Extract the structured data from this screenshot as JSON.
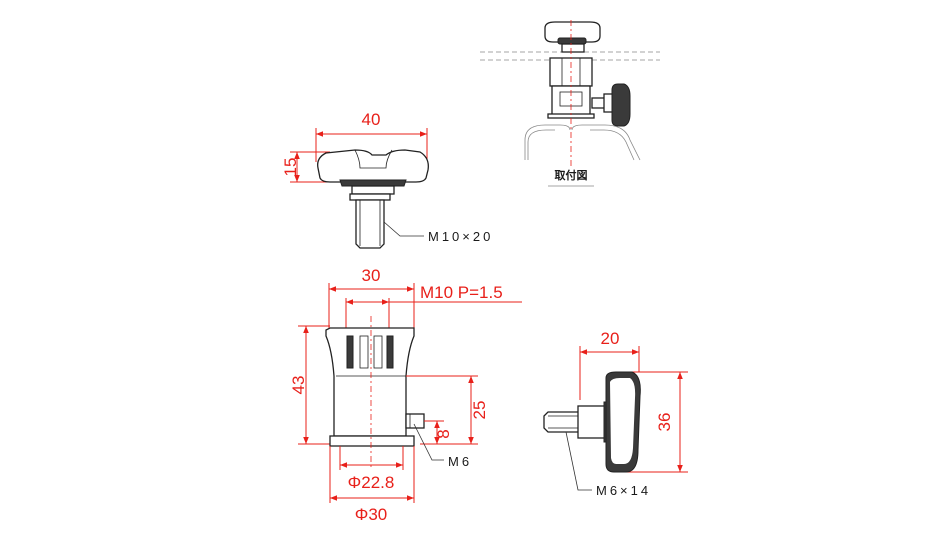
{
  "dimensions": {
    "knob_width": "40",
    "knob_height": "15",
    "body_width": "30",
    "thread_spec": "M10 P=1.5",
    "body_height": "43",
    "lower_height": "25",
    "pin_offset": "8",
    "inner_dia": "Φ22.8",
    "outer_dia": "Φ30",
    "side_width": "20",
    "side_height": "36"
  },
  "notes": {
    "top_bolt": "M10×20",
    "pin": "M6",
    "side_bolt": "M6×14"
  },
  "caption": "取付図"
}
